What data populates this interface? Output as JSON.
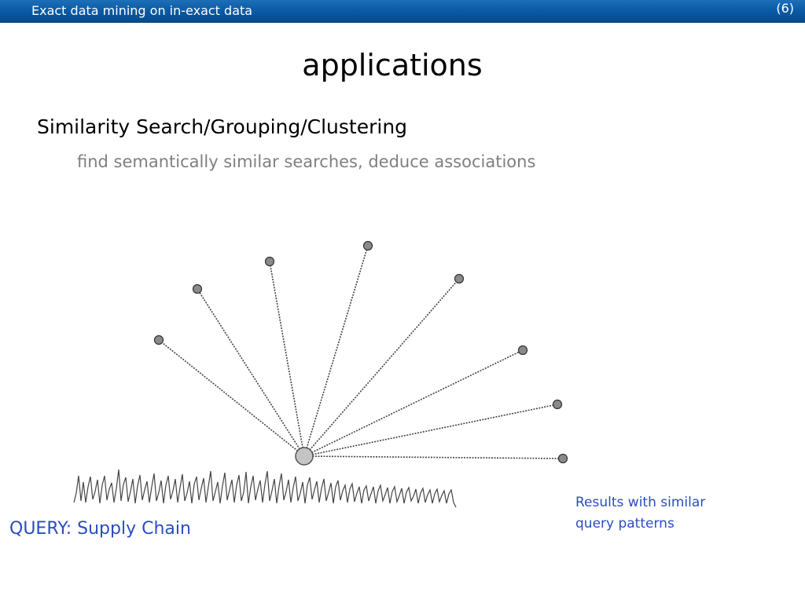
{
  "header": {
    "title": "Exact data mining on in-exact data",
    "page_number": "(6)"
  },
  "slide": {
    "title": "applications",
    "bullet": "Similarity Search/Grouping/Clustering",
    "sub_bullet": "find semantically similar searches, deduce associations"
  },
  "diagram": {
    "query_label": "QUERY: Supply Chain",
    "results_label": "Results with similar query patterns"
  }
}
